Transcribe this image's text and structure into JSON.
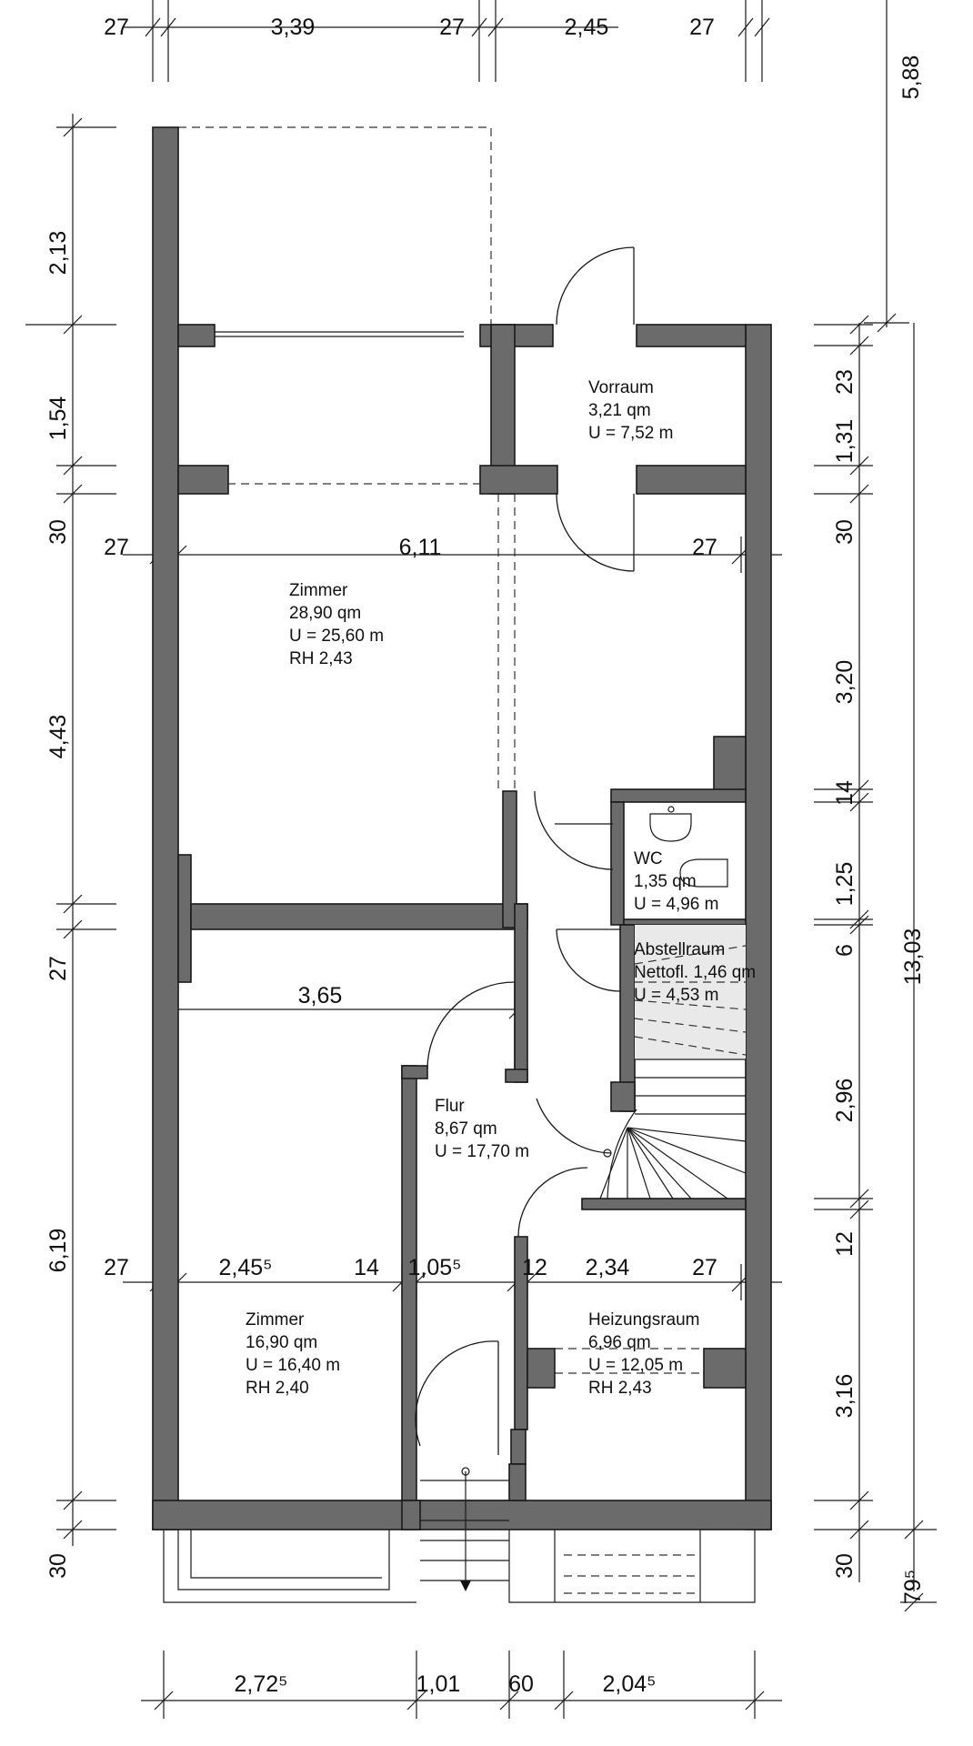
{
  "dimensions": {
    "top_row": [
      "27",
      "3,39",
      "27",
      "2,45",
      "27"
    ],
    "top_right_vertical": "5,88",
    "left_column": [
      "2,13",
      "1,54",
      "30",
      "4,43",
      "27",
      "6,19",
      "30"
    ],
    "right_column": [
      "23",
      "1,31",
      "30",
      "3,20",
      "14",
      "1,25",
      "6",
      "2,96",
      "12",
      "3,16",
      "30"
    ],
    "right_total": "13,03",
    "right_bottom": "79⁵",
    "row_6_11": [
      "27",
      "6,11",
      "27"
    ],
    "row_3_65": "3,65",
    "row_lower": [
      "27",
      "2,45⁵",
      "14",
      "1,05⁵",
      "12",
      "2,34",
      "27"
    ],
    "bottom_row": [
      "2,72⁵",
      "1,01",
      "60",
      "2,04⁵"
    ]
  },
  "rooms": {
    "vorraum": {
      "name": "Vorraum",
      "area": "3,21 qm",
      "perimeter": "U = 7,52 m"
    },
    "zimmer_upper": {
      "name": "Zimmer",
      "area": "28,90 qm",
      "perimeter": "U = 25,60 m",
      "height": "RH 2,43"
    },
    "wc": {
      "name": "WC",
      "area": "1,35 qm",
      "perimeter": "U = 4,96 m"
    },
    "abstellraum": {
      "name": "Abstellraum",
      "area": "Nettofl. 1,46 qm",
      "perimeter": "U = 4,53 m"
    },
    "flur": {
      "name": "Flur",
      "area": "8,67 qm",
      "perimeter": "U = 17,70 m"
    },
    "zimmer_lower": {
      "name": "Zimmer",
      "area": "16,90 qm",
      "perimeter": "U = 16,40 m",
      "height": "RH 2,40"
    },
    "heizungsraum": {
      "name": "Heizungsraum",
      "area": "6,96 qm",
      "perimeter": "U = 12,05 m",
      "height": "RH 2,43"
    }
  }
}
